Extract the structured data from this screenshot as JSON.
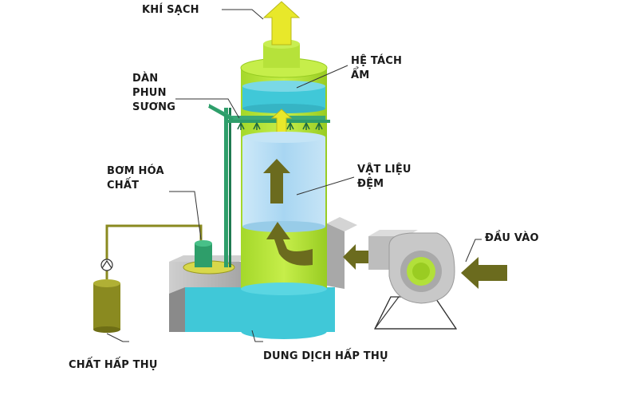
{
  "labels": {
    "clean_gas": "KHÍ SẠCH",
    "demister": [
      "HỆ TÁCH",
      "ẨM"
    ],
    "spray": [
      "DÀN",
      "PHUN",
      "SƯƠNG"
    ],
    "packing": [
      "VẬT LIỆU",
      "ĐỆM"
    ],
    "pump": [
      "BƠM HÓA",
      "CHẤT"
    ],
    "inlet": "ĐẦU VÀO",
    "absorbent": "CHẤT HẤP THỤ",
    "solution": "DUNG DỊCH HẤP THỤ"
  },
  "colors": {
    "tower": "#b9e63a",
    "tower_dark": "#8cc21a",
    "water": "#40c8d8",
    "packing": "#a8d8f0",
    "arrow_dark": "#6b6b1e",
    "arrow_yellow": "#e8e82a",
    "pipe": "#2e9e6a",
    "tank": "#8a8a20",
    "fan_gray": "#bdbdbd"
  }
}
